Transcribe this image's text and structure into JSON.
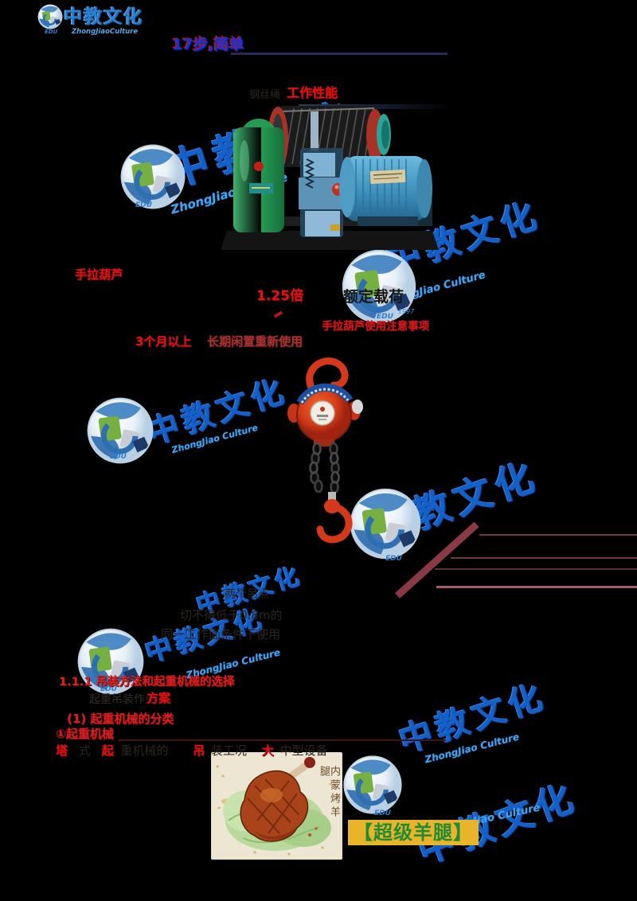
{
  "logo": {
    "name": "中教文化",
    "script": "ZhongJiaoCulture",
    "badge": "EDU"
  },
  "watermark": {
    "text": "中教文化",
    "script": "ZhongJiao Culture",
    "badge": "EDU",
    "year": "1997"
  },
  "top_heading": {
    "text": "17步,简单"
  },
  "winch_caption": {
    "prefix": "钢丝绳",
    "highlight": "工作性能"
  },
  "hoist_section": {
    "title": "手拉葫芦",
    "test_ratio": "1.25倍",
    "test_load": "额定载荷",
    "note_right": "手拉葫芦使用注意事项",
    "idle_lead": "3个月以上",
    "idle_rest": "长期闲置重新使用",
    "faint_lines": [
      "两个吊点",
      "切不得低于0.8m的",
      "同一工作面条件下使用"
    ]
  },
  "select_section": {
    "heading": "1.1.1 吊装方法和起重机械的选择",
    "plan_dark": "起重吊装作业",
    "plan_red": "方案",
    "item1": "(1) 起重机械的分类",
    "item2": "①起重机械",
    "mixed": [
      {
        "t": "塔"
      },
      {
        "t": "式"
      },
      {
        "t": "起"
      },
      {
        "t": "重机械的"
      },
      {
        "t": "吊"
      },
      {
        "t": "装工况"
      },
      {
        "t": "大"
      },
      {
        "t": "中型设备"
      }
    ]
  },
  "painting": {
    "title_vertical": "内蒙烤羊腿"
  },
  "lamb_badge": {
    "text": "【超级羊腿】",
    "bg": "#e9b32a",
    "fg": "#1f8c35"
  },
  "colors": {
    "accent_red": "#e01212",
    "watermark_blue": "#1668d9",
    "maroon": "#8a3a45"
  }
}
